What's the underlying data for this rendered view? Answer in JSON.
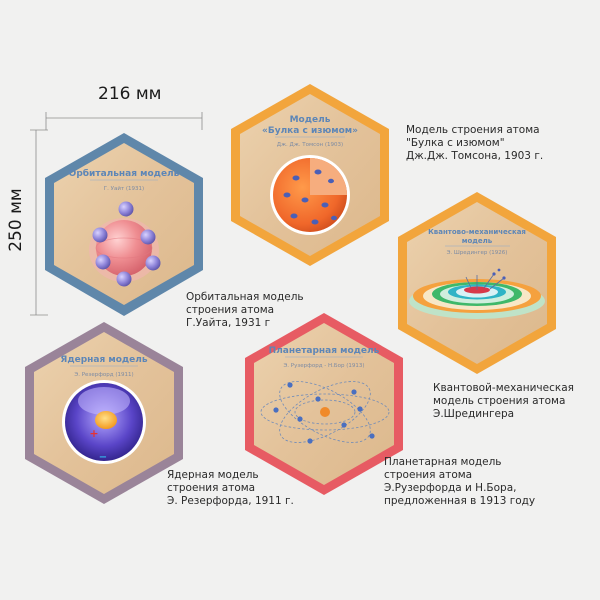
{
  "dimensions": {
    "width_label": "216 мм",
    "height_label": "250 мм"
  },
  "colors": {
    "orbital_frame": "#5f87aa",
    "thomson_frame": "#f2a53c",
    "quantum_frame": "#f2a53c",
    "nuclear_frame": "#9a8499",
    "planetary_frame": "#e75b63",
    "wood": "#e6c69f",
    "title_blue": "#5d86b7"
  },
  "tiles": {
    "orbital": {
      "title": "Орбитальная модель",
      "subtitle": "Г. Уайт (1931)"
    },
    "thomson": {
      "title_line1": "Модель",
      "title_line2": "«Булка с изюмом»",
      "subtitle": "Дж. Дж. Томсон (1903)"
    },
    "quantum": {
      "title_line1": "Квантово-механическая",
      "title_line2": "модель",
      "subtitle": "Э. Шредингер (1926)"
    },
    "nuclear": {
      "title": "Ядерная модель",
      "subtitle": "Э. Резерфорд (1911)"
    },
    "planetary": {
      "title": "Планетарная модель",
      "subtitle": "Э. Рузерфорд - Н.Бор (1913)"
    }
  },
  "captions": {
    "thomson": [
      "Модель строения атома",
      "\"Булка с изюмом\"",
      "Дж.Дж. Томсона, 1903 г."
    ],
    "orbital": [
      "Орбитальная модель",
      "строения атома",
      "Г.Уайта, 1931 г"
    ],
    "quantum": [
      "Квантовой-механическая",
      "модель строения атома",
      "Э.Шредингера"
    ],
    "nuclear": [
      "Ядерная модель",
      "строения атома",
      "Э. Резерфорда, 1911 г."
    ],
    "planetary": [
      "Планетарная модель",
      "строения атома",
      "Э.Рузерфорда и Н.Бора,",
      "предложенная в 1913 году"
    ]
  },
  "symbols": {
    "plus": "+",
    "minus": "−"
  }
}
